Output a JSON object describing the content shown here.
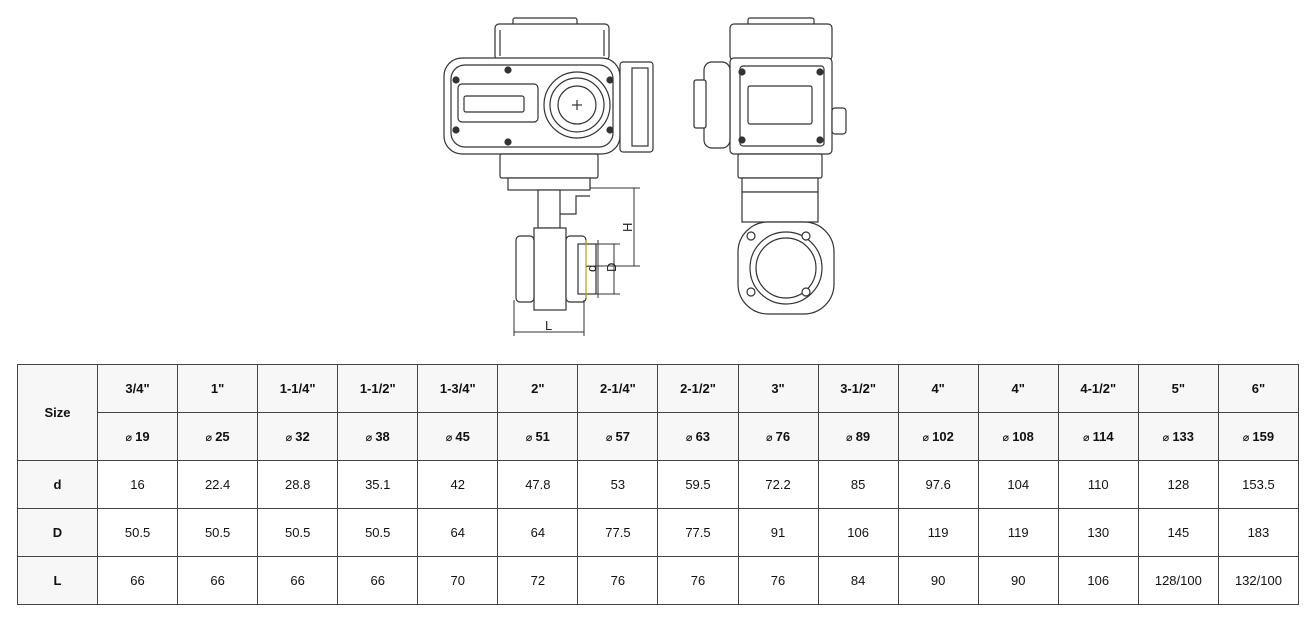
{
  "drawing": {
    "dim_labels": {
      "H": "H",
      "D": "D",
      "d": "d",
      "L": "L"
    }
  },
  "table": {
    "row_labels": {
      "size": "Size",
      "d": "d",
      "D": "D",
      "L": "L"
    },
    "sizes_inch": [
      "3/4\"",
      "1\"",
      "1-1/4\"",
      "1-1/2\"",
      "1-3/4\"",
      "2\"",
      "2-1/4\"",
      "2-1/2\"",
      "3\"",
      "3-1/2\"",
      "4\"",
      "4\"",
      "4-1/2\"",
      "5\"",
      "6\""
    ],
    "sizes_mm": [
      "19",
      "25",
      "32",
      "38",
      "45",
      "51",
      "57",
      "63",
      "76",
      "89",
      "102",
      "108",
      "114",
      "133",
      "159"
    ],
    "d": [
      "16",
      "22.4",
      "28.8",
      "35.1",
      "42",
      "47.8",
      "53",
      "59.5",
      "72.2",
      "85",
      "97.6",
      "104",
      "110",
      "128",
      "153.5"
    ],
    "D": [
      "50.5",
      "50.5",
      "50.5",
      "50.5",
      "64",
      "64",
      "77.5",
      "77.5",
      "91",
      "106",
      "119",
      "119",
      "130",
      "145",
      "183"
    ],
    "L": [
      "66",
      "66",
      "66",
      "66",
      "70",
      "72",
      "76",
      "76",
      "76",
      "84",
      "90",
      "90",
      "106",
      "128/100",
      "132/100"
    ]
  }
}
